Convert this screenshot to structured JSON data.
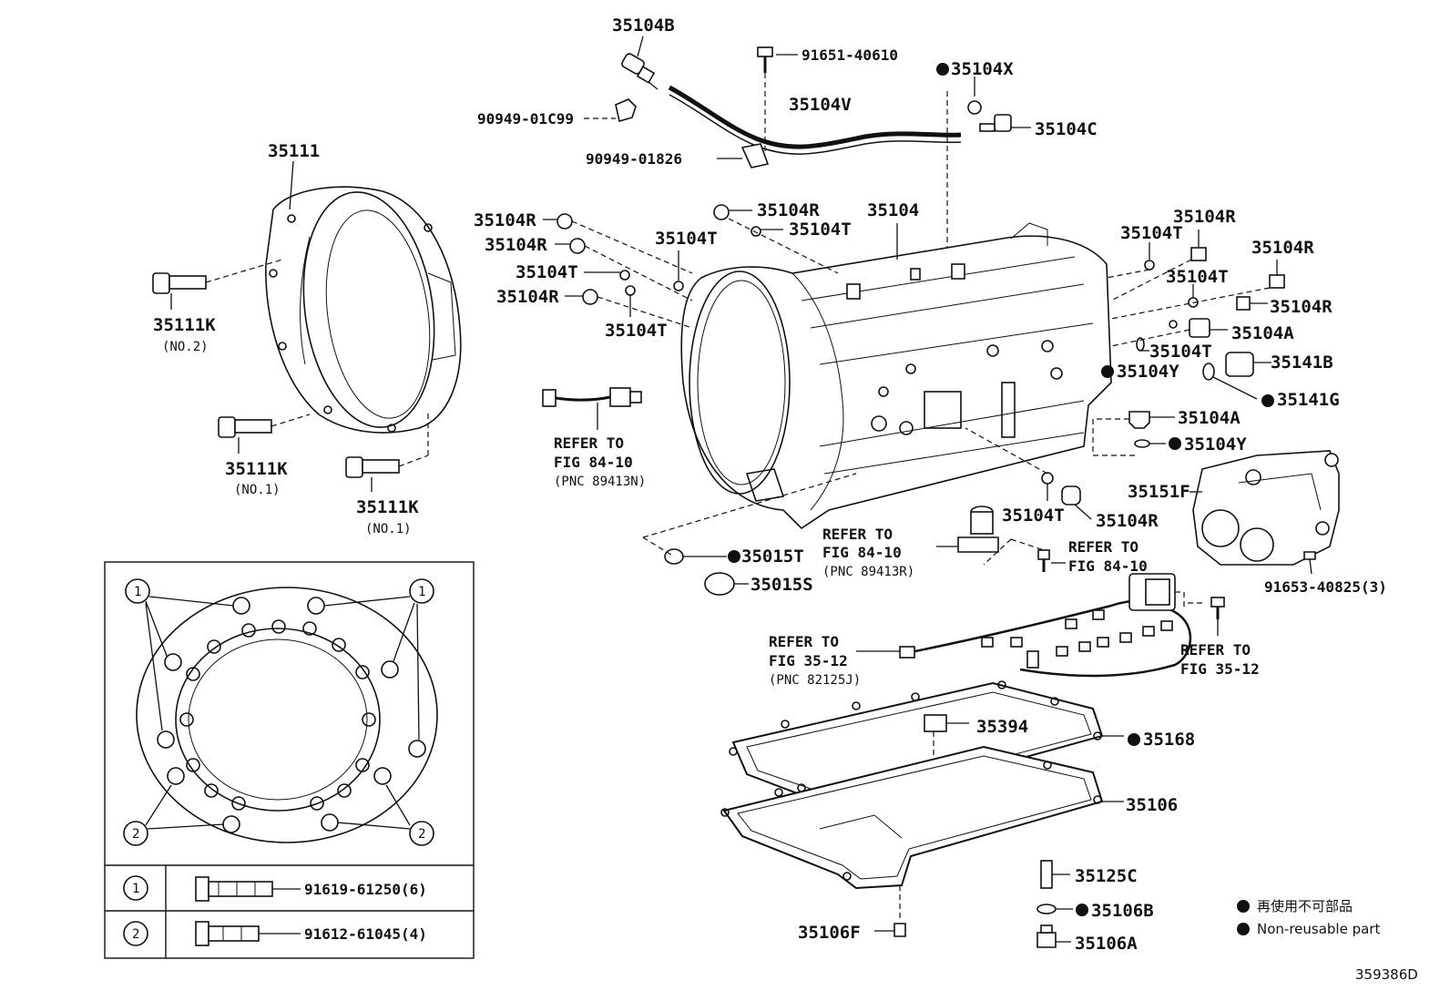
{
  "labels": {
    "l35104B": "35104B",
    "l91651": "91651-40610",
    "l35104X": "35104X",
    "l90949c99": "90949-01C99",
    "l35104V": "35104V",
    "l35104C": "35104C",
    "l90949_826": "90949-01826",
    "l35111": "35111",
    "l35104R_a": "35104R",
    "l35104T_a": "35104T",
    "l35104": "35104",
    "l35104T_b": "35104T",
    "l35104R_b": "35104R",
    "l35104R_c": "35104R",
    "l35104R_d": "35104R",
    "l35104T_c": "35104T",
    "l35104R_e": "35104R",
    "l35104T_d": "35104T",
    "l35104T_e": "35104T",
    "l35104R_f": "35104R",
    "l35104R_g": "35104R",
    "l35104T_f": "35104T",
    "l35104R_h": "35104R",
    "l35104A_a": "35104A",
    "l35104T_g": "35104T",
    "l35141B": "35141B",
    "l35104Y_a": "35104Y",
    "l35141G": "35141G",
    "l35104A_b": "35104A",
    "l35104Y_b": "35104Y",
    "l35111K_a": "35111K",
    "l35111K_a_sub": "(NO.2)",
    "l35111K_b": "35111K",
    "l35111K_b_sub": "(NO.1)",
    "l35111K_c": "35111K",
    "l35111K_c_sub": "(NO.1)",
    "l35151F": "35151F",
    "l35104T_h": "35104T",
    "l35104R_i": "35104R",
    "l91653": "91653-40825(3)",
    "l35015T": "35015T",
    "l35015S": "35015S",
    "l35394": "35394",
    "l35168": "35168",
    "l35106": "35106",
    "l35125C": "35125C",
    "l35106B": "35106B",
    "l35106A": "35106A",
    "l35106F": "35106F"
  },
  "refs": {
    "ref1": [
      "REFER TO",
      "FIG 84-10",
      "(PNC 89413N)"
    ],
    "ref2": [
      "REFER TO",
      "FIG 84-10",
      "(PNC 89413R)"
    ],
    "ref3": [
      "REFER TO",
      "FIG 84-10"
    ],
    "ref4": [
      "REFER TO",
      "FIG 35-12",
      "(PNC 82125J)"
    ],
    "ref5": [
      "REFER TO",
      "FIG 35-12"
    ]
  },
  "inset": {
    "callout1": "1",
    "callout2": "2",
    "rows": [
      {
        "num": "1",
        "part": "91619-61250(6)"
      },
      {
        "num": "2",
        "part": "91612-61045(4)"
      }
    ]
  },
  "legend": {
    "jp": "再使用不可部品",
    "en": "Non-reusable part"
  },
  "footer": {
    "diagram_id": "359386D"
  }
}
